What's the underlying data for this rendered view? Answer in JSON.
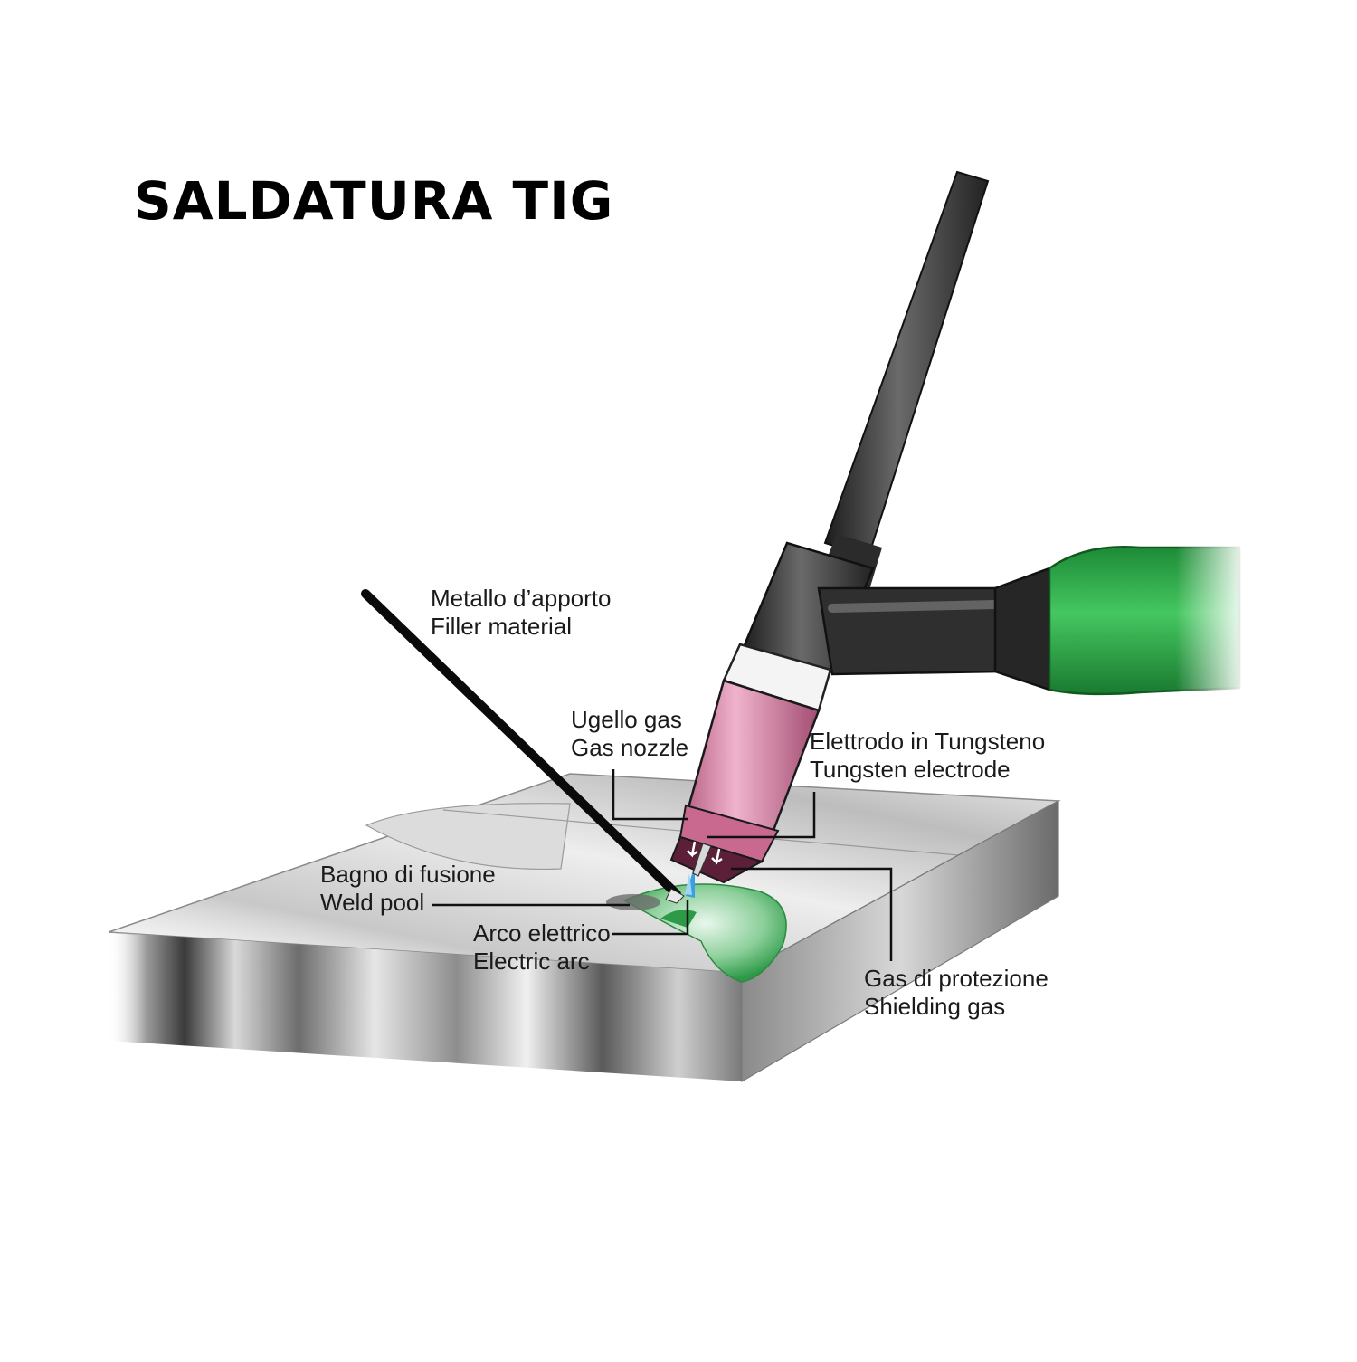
{
  "title": "SALDATURA TIG",
  "labels": {
    "filler": {
      "it": "Metallo d’apporto",
      "en": "Filler material"
    },
    "nozzle": {
      "it": "Ugello gas",
      "en": "Gas nozzle"
    },
    "electrode": {
      "it": "Elettrodo in Tungsteno",
      "en": "Tungsten electrode"
    },
    "pool": {
      "it": "Bagno di fusione",
      "en": "Weld pool"
    },
    "arc": {
      "it": "Arco elettrico",
      "en": "Electric arc"
    },
    "gas": {
      "it": "Gas di protezione",
      "en": "Shielding gas"
    }
  },
  "colors": {
    "handle_green": "#2fb34a",
    "nozzle_pink": "#d4779a",
    "torch_black": "#2b2b2b",
    "metal_gray": "#b8b8b8",
    "weld_green": "#4caf62",
    "arc_blue": "#3aa0e0"
  }
}
